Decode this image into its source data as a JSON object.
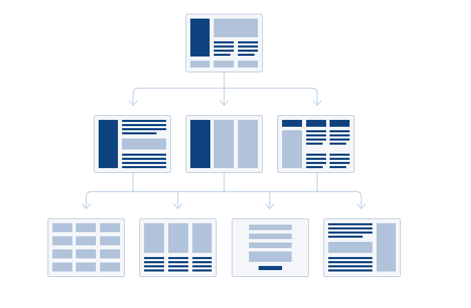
{
  "diagram": {
    "kind": "sitemap-wireframe-hierarchy",
    "colors": {
      "card_border": "#b4c3d9",
      "card_fill": "#f4f6fa",
      "connector": "#b4c8e2",
      "dark_block": "#0e437f",
      "light_block": "#b0c3da"
    },
    "levels": [
      {
        "level": 1,
        "items": [
          {
            "id": "root",
            "layout": "sidebar-hero-footer"
          }
        ]
      },
      {
        "level": 2,
        "items": [
          {
            "id": "l2-a",
            "layout": "sidebar-text-image",
            "parent": "root"
          },
          {
            "id": "l2-b",
            "layout": "three-columns",
            "parent": "root"
          },
          {
            "id": "l2-c",
            "layout": "header-tabs-sidebar-lists",
            "parent": "root"
          }
        ]
      },
      {
        "level": 3,
        "items": [
          {
            "id": "l3-a",
            "layout": "grid-3x4"
          },
          {
            "id": "l3-b",
            "layout": "three-panels-with-text"
          },
          {
            "id": "l3-c",
            "layout": "form-with-button"
          },
          {
            "id": "l3-d",
            "layout": "article-with-sidebar"
          }
        ]
      }
    ]
  }
}
